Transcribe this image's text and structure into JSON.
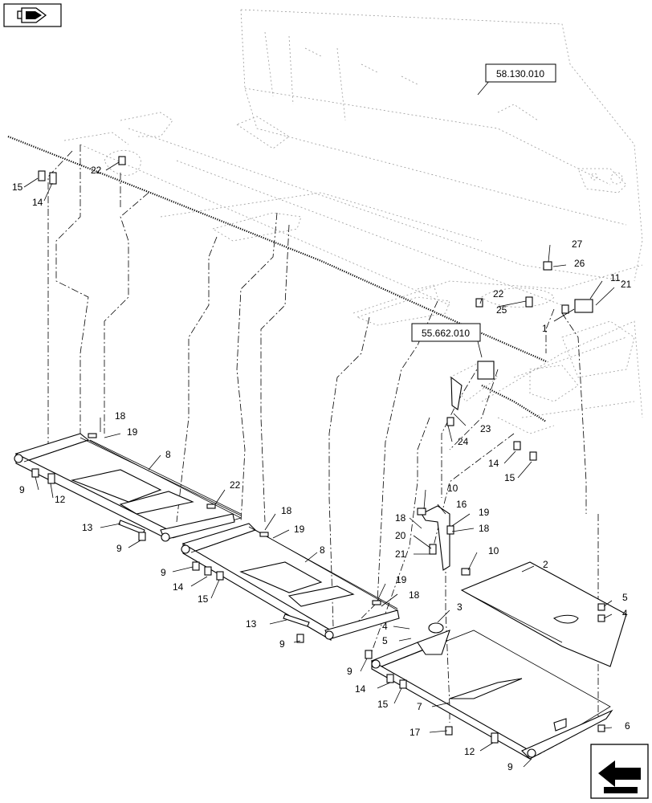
{
  "nav": {
    "top_icon": "previous-page-icon",
    "bottom_icon": "next-page-icon"
  },
  "references": {
    "ref_top": "58.130.010",
    "ref_mid": "55.662.010"
  },
  "callouts": {
    "c1": "1",
    "c2": "2",
    "c3": "3",
    "c4a": "4",
    "c4b": "4",
    "c5a": "5",
    "c5b": "5",
    "c6": "6",
    "c7": "7",
    "c8a": "8",
    "c8b": "8",
    "c9a": "9",
    "c9b": "9",
    "c9c": "9",
    "c9d": "9",
    "c9e": "9",
    "c10a": "10",
    "c10b": "10",
    "c11": "11",
    "c12a": "12",
    "c12b": "12",
    "c13a": "13",
    "c13b": "13",
    "c14a": "14",
    "c14b": "14",
    "c14c": "14",
    "c14d": "14",
    "c15a": "15",
    "c15b": "15",
    "c15c": "15",
    "c15d": "15",
    "c16": "16",
    "c17": "17",
    "c18a": "18",
    "c18b": "18",
    "c18c": "18",
    "c18d": "18",
    "c18e": "18",
    "c19a": "19",
    "c19b": "19",
    "c19c": "19",
    "c19d": "19",
    "c20": "20",
    "c21a": "21",
    "c21b": "21",
    "c22a": "22",
    "c22b": "22",
    "c22c": "22",
    "c23": "23",
    "c24": "24",
    "c25": "25",
    "c26": "26",
    "c27": "27"
  }
}
